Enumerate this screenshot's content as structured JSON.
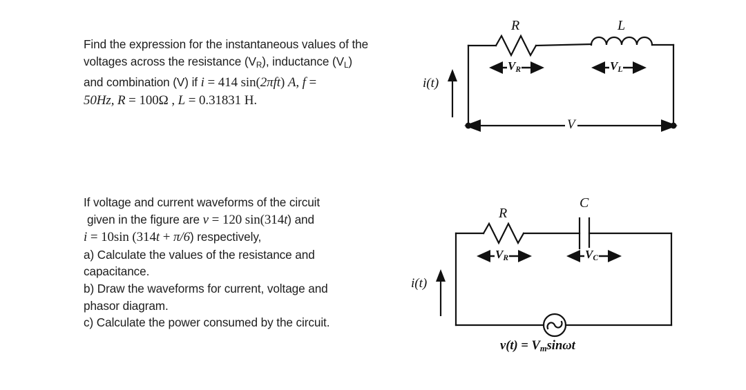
{
  "page": {
    "background": "#ffffff",
    "ink": "#111111"
  },
  "problem_1": {
    "lines": [
      "Find the expression for the instantaneous values of the",
      "voltages across the resistance (VR), inductance (VL)",
      "and combination (V) if i = 414 sin(2πft) A, f =",
      "50Hz, R = 100Ω , L = 0.31831 H."
    ],
    "line1": "Find the expression for the instantaneous values of the",
    "line2_a": "voltages across the resistance (V",
    "line2_sub1": "R",
    "line2_b": "), inductance (V",
    "line2_sub2": "L",
    "line2_c": ")",
    "line3_a": "and combination (V) if ",
    "line3_math_i": "i",
    "line3_eq": " = ",
    "line3_num": "414",
    "line3_sin": "sin(",
    "line3_arg": "2πft",
    "line3_close": ") ",
    "line3_units": "A, f",
    "line3_end": " =",
    "line4_a": "50Hz, R",
    "line4_eq1": " = ",
    "line4_r": "100Ω",
    "line4_comma": " , ",
    "line4_l": "L",
    "line4_eq2": " = ",
    "line4_lval": "0.31831 H."
  },
  "problem_2": {
    "line1": "If voltage and current waveforms of the circuit",
    "line2_a": "given in the figure  are ",
    "line2_v": "v",
    "line2_eq": " = ",
    "line2_num": "120",
    "line2_sin": "sin(314",
    "line2_t": "t",
    "line2_close": ") and",
    "line3_i": "i",
    "line3_eq": " = ",
    "line3_val": "10sin (314",
    "line3_t": "t",
    "line3_plus": " + ",
    "line3_pi": "π/6",
    "line3_close": ") respectively,",
    "line4": "a) Calculate the values of the resistance and",
    "line5": "capacitance.",
    "line6": "b) Draw the waveforms for current, voltage and",
    "line7": "phasor diagram.",
    "line8": "c) Calculate the power consumed by the circuit."
  },
  "circuit_1": {
    "name": "series-rl-circuit",
    "resistor_label": "R",
    "inductor_label": "L",
    "current_label": "i(t)",
    "vr_label_main": "V",
    "vr_label_sub": "R",
    "vl_label_main": "V",
    "vl_label_sub": "L",
    "total_voltage_label": "V"
  },
  "circuit_2": {
    "name": "series-rc-circuit",
    "resistor_label": "R",
    "capacitor_label": "C",
    "current_label": "i(t)",
    "vr_label_main": "V",
    "vr_label_sub": "R",
    "vc_label_main": "V",
    "vc_label_sub": "C",
    "source_expression": "v(t) = Vmsinωt",
    "source_v": "v(t) = V",
    "source_sub": "m",
    "source_rest": "sinωt"
  }
}
